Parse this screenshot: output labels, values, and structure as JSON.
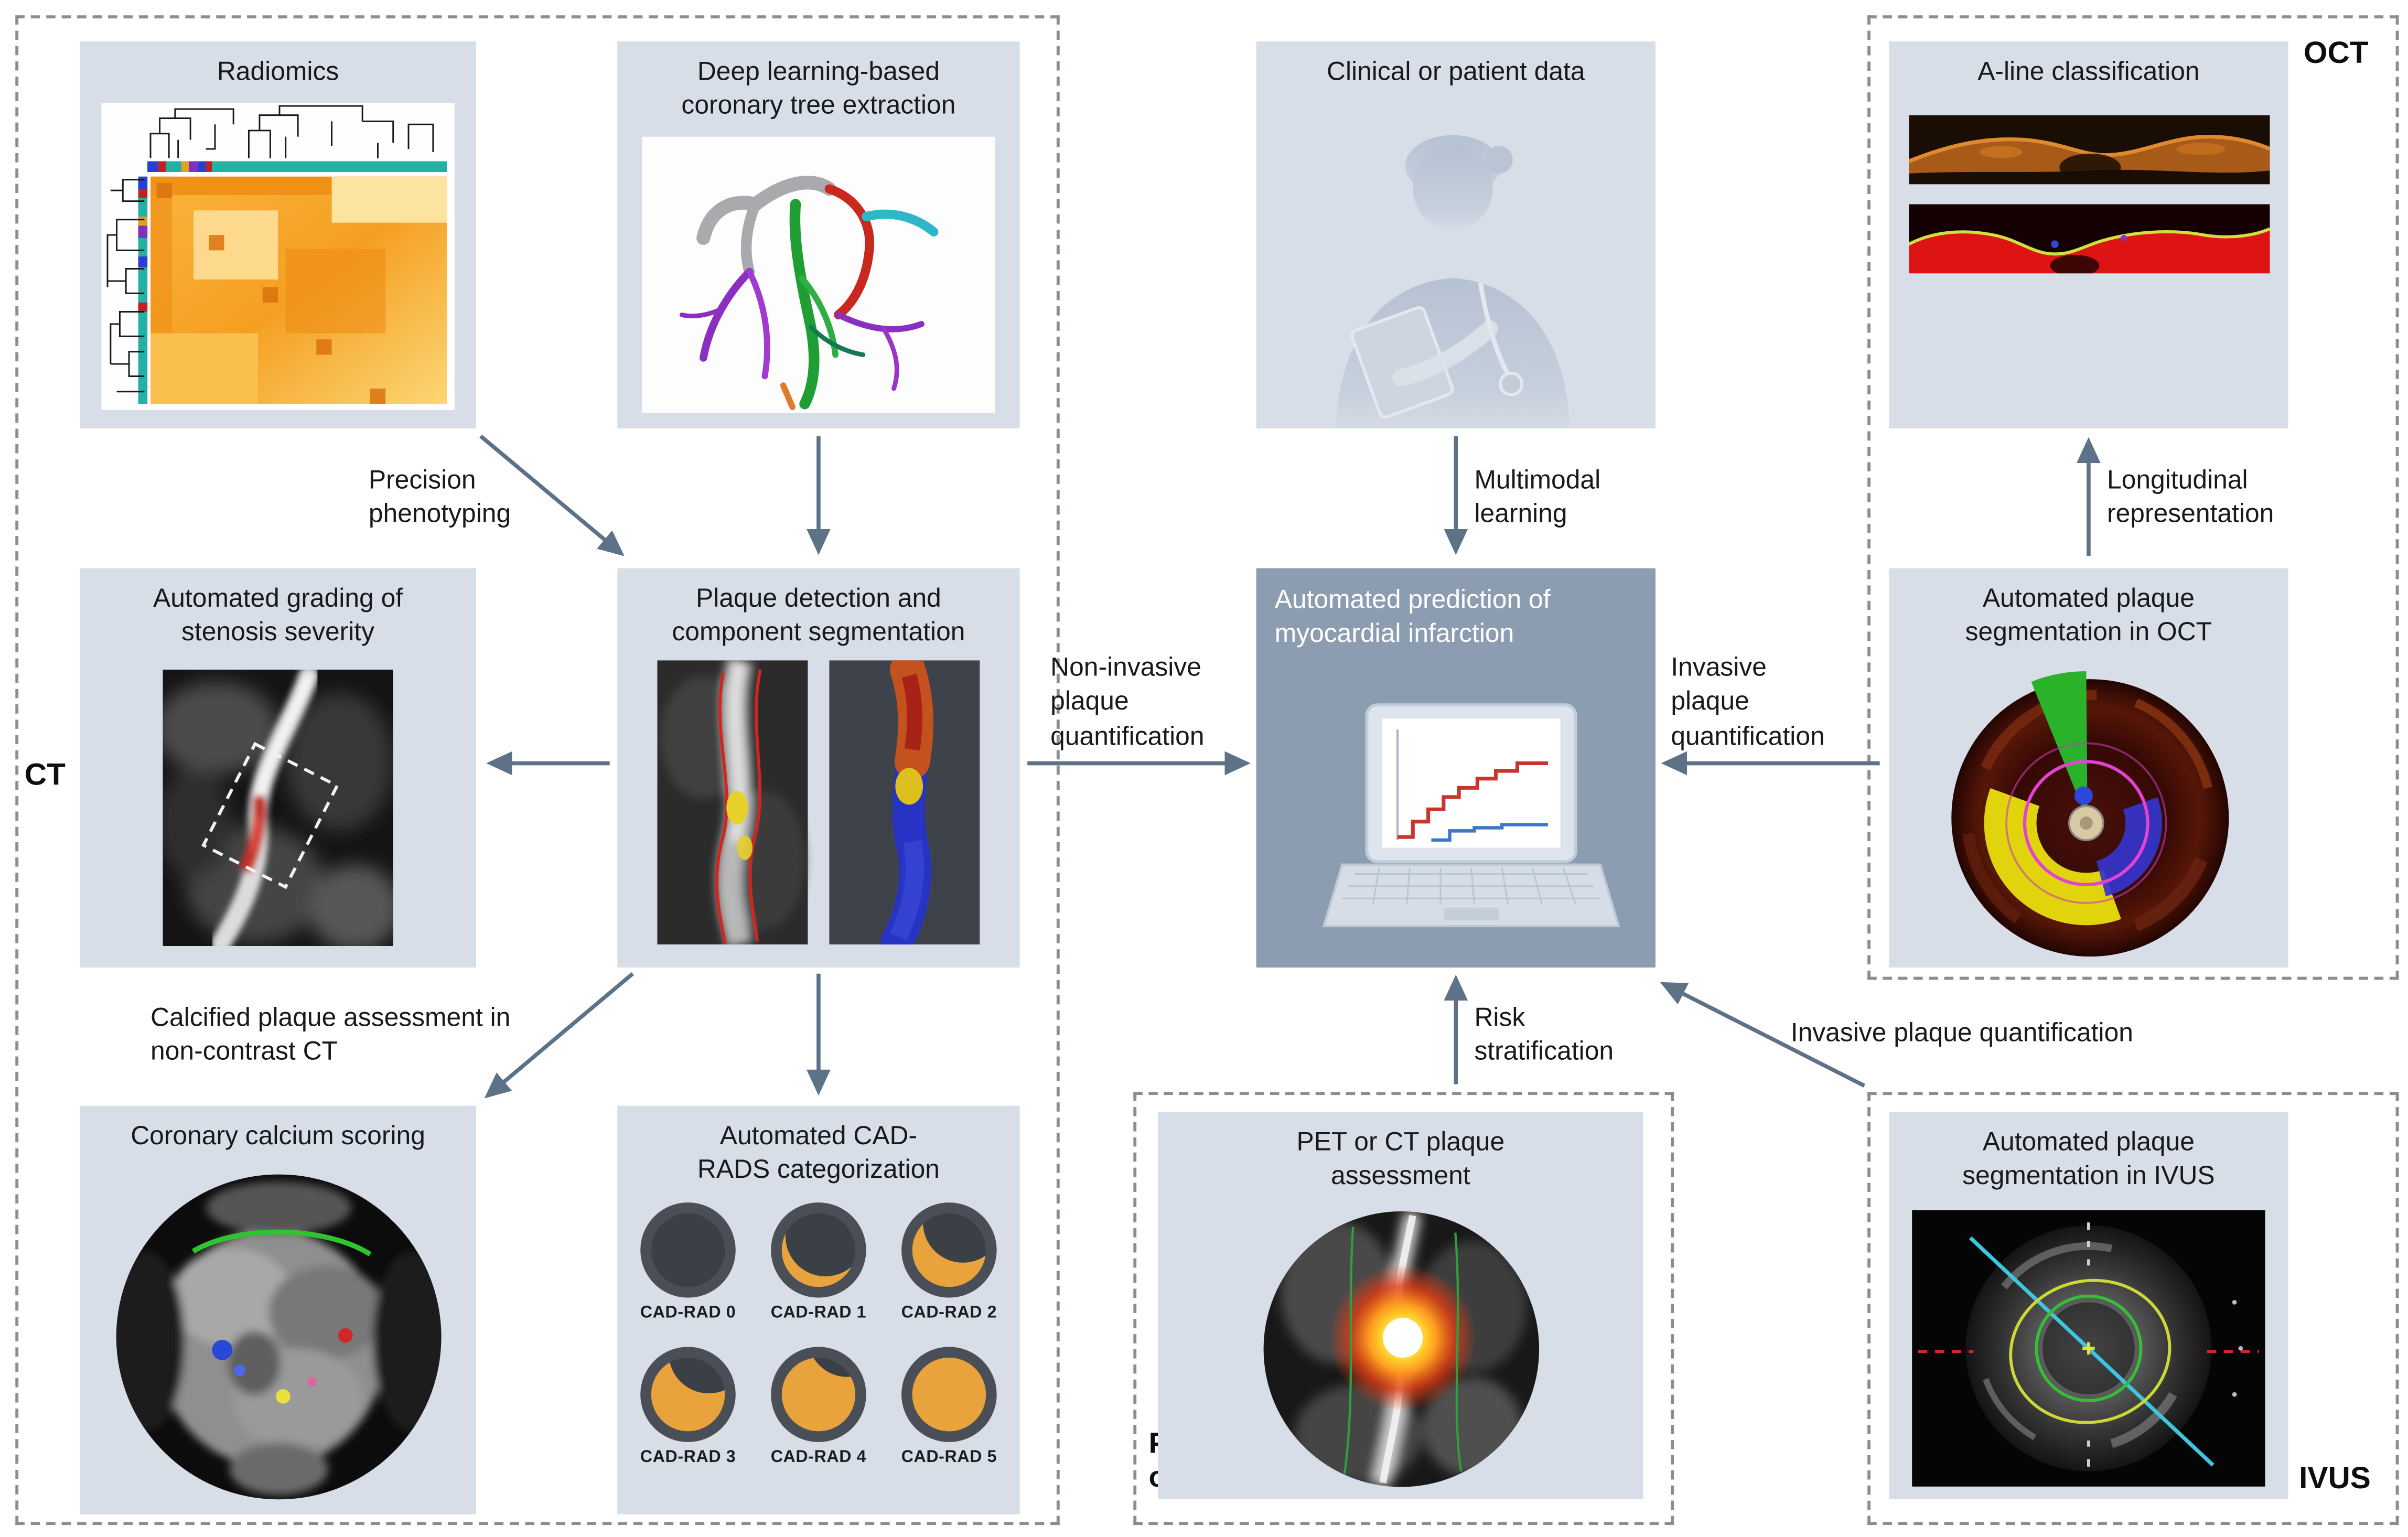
{
  "figure": {
    "modalities": {
      "ct": "CT",
      "oct": "OCT",
      "pet_or_ct": "PET or CT",
      "ivus": "IVUS"
    }
  },
  "panels": {
    "radiomics": {
      "title": "Radiomics"
    },
    "coronary_tree": {
      "title": "Deep learning-based coronary tree extraction"
    },
    "clinical_data": {
      "title": "Clinical or patient data"
    },
    "a_line": {
      "title": "A-line classification"
    },
    "stenosis_grading": {
      "title": "Automated grading of stenosis severity"
    },
    "plaque_detection": {
      "title": "Plaque detection and component segmentation"
    },
    "mi_prediction": {
      "title": "Automated prediction of myocardial infarction"
    },
    "oct_segmentation": {
      "title": "Automated plaque segmentation in OCT"
    },
    "calcium_scoring": {
      "title": "Coronary calcium scoring"
    },
    "cad_rads": {
      "title": "Automated CAD-RADS categorization",
      "labels": [
        "CAD-RAD 0",
        "CAD-RAD 1",
        "CAD-RAD 2",
        "CAD-RAD 3",
        "CAD-RAD 4",
        "CAD-RAD 5"
      ]
    },
    "pet_assessment": {
      "title": "PET or CT plaque assessment"
    },
    "ivus_segmentation": {
      "title": "Automated plaque segmentation in IVUS"
    }
  },
  "arrow_labels": {
    "precision_phenotyping": "Precision phenotyping",
    "multimodal_learning": "Multimodal learning",
    "longitudinal_representation": "Longitudinal representation",
    "non_invasive_quantification": "Non-invasive plaque quantification",
    "invasive_quantification_oct": "Invasive plaque quantification",
    "calcified_assessment": "Calcified plaque assessment in non-contrast CT",
    "risk_stratification": "Risk stratification",
    "invasive_quantification_ivus": "Invasive plaque quantification"
  },
  "colors": {
    "panel_bg": "#d8dee7",
    "prediction_bg": "#8c9db1",
    "arrow": "#5d7187",
    "dashed_border": "#8a8d91",
    "cad_plaque_orange": "#e8a33d",
    "background": "#ffffff"
  }
}
